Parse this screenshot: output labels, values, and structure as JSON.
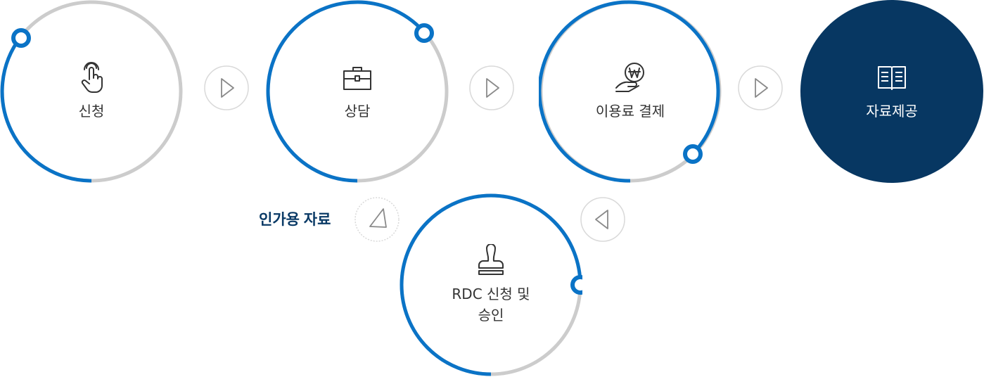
{
  "steps": [
    {
      "id": "apply",
      "label": "신청",
      "icon": "hand-tap-icon",
      "progress": 0.5,
      "filled": false
    },
    {
      "id": "consult",
      "label": "상담",
      "icon": "briefcase-icon",
      "progress": 0.5,
      "filled": false
    },
    {
      "id": "payment",
      "label": "이용료 결제",
      "icon": "won-coin-hand-icon",
      "progress": 0.5,
      "filled": false
    },
    {
      "id": "provide",
      "label": "자료제공",
      "icon": "open-book-icon",
      "progress": 1,
      "filled": true
    },
    {
      "id": "rdc",
      "label": "RDC 신청 및\n승인",
      "icon": "stamp-icon",
      "progress": 0.5,
      "filled": false
    }
  ],
  "side_label": "인가용 자료",
  "arrows": [
    "right",
    "right",
    "right",
    "up-left",
    "left"
  ],
  "colors": {
    "ring_progress": "#0a73c6",
    "ring_track": "#cccccc",
    "filled": "#073762",
    "arrow_border": "#d9d9d9",
    "arrow_glyph": "#8a8a8a",
    "side_label": "#0a3a66"
  }
}
